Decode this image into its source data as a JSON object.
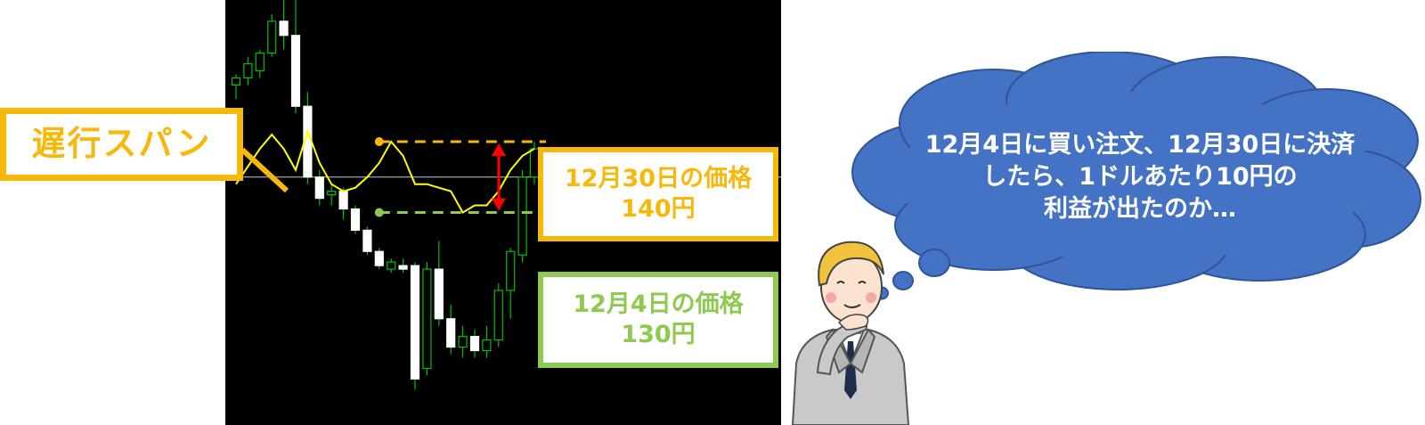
{
  "chart_data": {
    "type": "candlestick",
    "title": "",
    "xlabel": "",
    "ylabel": "",
    "ylim": [
      100,
      160
    ],
    "baseline": 135,
    "candles": [
      {
        "o": 148.0,
        "h": 149.5,
        "l": 146.0,
        "c": 149.0
      },
      {
        "o": 149.0,
        "h": 152.0,
        "l": 148.0,
        "c": 151.0
      },
      {
        "o": 150.0,
        "h": 153.0,
        "l": 149.0,
        "c": 152.5
      },
      {
        "o": 152.5,
        "h": 158.0,
        "l": 152.0,
        "c": 157.0
      },
      {
        "o": 157.0,
        "h": 161.0,
        "l": 153.0,
        "c": 155.0
      },
      {
        "o": 155.0,
        "h": 160.0,
        "l": 144.0,
        "c": 145.0
      },
      {
        "o": 145.0,
        "h": 147.0,
        "l": 134.0,
        "c": 135.0
      },
      {
        "o": 135.0,
        "h": 136.0,
        "l": 131.0,
        "c": 132.0
      },
      {
        "o": 132.5,
        "h": 134.0,
        "l": 131.0,
        "c": 133.0
      },
      {
        "o": 133.0,
        "h": 133.5,
        "l": 129.0,
        "c": 130.5
      },
      {
        "o": 130.5,
        "h": 131.0,
        "l": 127.0,
        "c": 127.5
      },
      {
        "o": 127.5,
        "h": 128.0,
        "l": 124.0,
        "c": 124.5
      },
      {
        "o": 124.5,
        "h": 125.0,
        "l": 122.0,
        "c": 122.5
      },
      {
        "o": 122.0,
        "h": 123.5,
        "l": 121.5,
        "c": 123.0
      },
      {
        "o": 122.5,
        "h": 123.5,
        "l": 121.5,
        "c": 122.0
      },
      {
        "o": 122.5,
        "h": 123.0,
        "l": 105.0,
        "c": 106.5
      },
      {
        "o": 108.0,
        "h": 123.0,
        "l": 107.0,
        "c": 122.0
      },
      {
        "o": 122.0,
        "h": 126.0,
        "l": 114.0,
        "c": 115.0
      },
      {
        "o": 115.0,
        "h": 117.0,
        "l": 110.0,
        "c": 111.0
      },
      {
        "o": 111.0,
        "h": 114.0,
        "l": 109.5,
        "c": 112.5
      },
      {
        "o": 112.5,
        "h": 113.5,
        "l": 109.5,
        "c": 110.5
      },
      {
        "o": 110.5,
        "h": 114.0,
        "l": 109.5,
        "c": 112.0
      },
      {
        "o": 112.0,
        "h": 120.0,
        "l": 111.0,
        "c": 119.0
      },
      {
        "o": 119.0,
        "h": 125.0,
        "l": 115.0,
        "c": 124.5
      },
      {
        "o": 124.0,
        "h": 136.0,
        "l": 123.0,
        "c": 135.0
      },
      {
        "o": 135.0,
        "h": 140.0,
        "l": 134.0,
        "c": 139.0
      }
    ],
    "chikou_span": [
      134.0,
      136.5,
      139.0,
      141.0,
      139.0,
      136.0,
      141.5,
      137.0,
      134.0,
      133.0,
      133.5,
      135.0,
      137.0,
      140.0,
      138.0,
      134.0,
      134.0,
      133.5,
      133.0,
      130.0,
      131.0,
      131.0,
      133.0,
      136.0,
      138.0,
      139.0
    ],
    "levels": [
      {
        "price": 140,
        "color": "#f6b80b"
      },
      {
        "price": 130,
        "color": "#8ec950"
      }
    ]
  },
  "labels": {
    "chikou_span": "遅行スパン",
    "dec30_date": "12月30日の価格",
    "dec30_price": "140円",
    "dec4_date": "12月4日の価格",
    "dec4_price": "130円"
  },
  "thought": {
    "line1": "12月4日に買い注文、12月30日に決済",
    "line2": "したら、1ドルあたり10円の",
    "line3": "利益が出たのか…"
  },
  "colors": {
    "chart_bg": "#000000",
    "candle_up": "#ffffff",
    "candle_down": "#ffffff",
    "wick": "#00c000",
    "chikou_line": "#ffff00",
    "dec30_accent": "#f6b80b",
    "dec4_accent": "#8ec950",
    "arrow": "#ff0000",
    "thought_cloud": "#4472c4"
  }
}
